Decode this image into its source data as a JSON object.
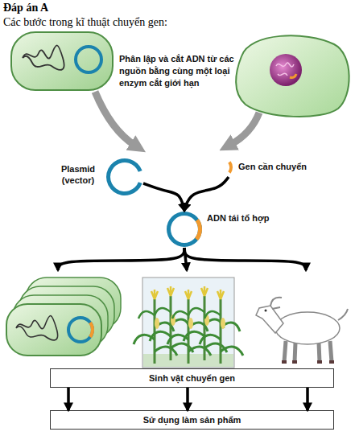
{
  "diagram": {
    "title": "Các bước trong kĩ thuật chuyển gen:",
    "nodes": [
      {
        "text": [
          "Plasmid (vector)"
        ]
      },
      {
        "text": [
          "Gen cần chuyển"
        ]
      },
      {
        "text": [
          "ADN tái tổ hợp"
        ]
      },
      {
        "text": [
          "Sinh vật chuyển gen"
        ]
      },
      {
        "text": [
          "Sử dụng làm sản phẩm"
        ]
      }
    ],
    "edges": [
      {
        "from": 0,
        "to": 2,
        "arrow": "to"
      },
      {
        "from": 1,
        "to": 2,
        "arrow": "to"
      },
      {
        "from": 2,
        "to": 3,
        "arrow": "to"
      },
      {
        "from": 2,
        "to": 3,
        "arrow": "to"
      },
      {
        "from": 2,
        "to": 3,
        "arrow": "to"
      },
      {
        "from": 3,
        "to": 4,
        "arrow": "to"
      },
      {
        "from": 3,
        "to": 4,
        "arrow": "to"
      },
      {
        "from": 3,
        "to": 4,
        "arrow": "to"
      }
    ],
    "labels": [
      "Đáp án A",
      "Phân lập và cắt ADN từ các nguồn bằng cùng một loại enzym cắt giới hạn"
    ]
  }
}
